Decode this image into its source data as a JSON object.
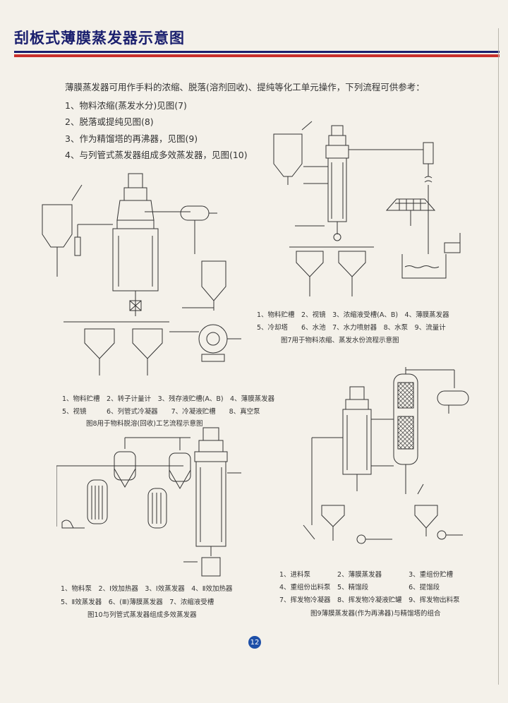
{
  "title": "刮板式薄膜蒸发器示意图",
  "intro": [
    "薄膜蒸发器可用作手料的浓缩、脱落(溶剂回收)、提纯等化工单元操作，下列流程可供参考：",
    "1、物料浓缩(蒸发水分)见图(7)",
    "2、脱落或提纯见图(8)",
    "3、作为精馏塔的再沸器，见图(9)",
    "4、与列管式蒸发器组成多效蒸发器，见图(10)"
  ],
  "fig7": {
    "legend_line1": "1、物料贮槽　2、视镜　3、浓缩液受槽(A、B)　4、薄膜蒸发器",
    "legend_line2": "5、冷却塔　　6、水池　7、水力喷射器　8、水泵　9、流量计",
    "caption": "图7用于物料浓缩、蒸发水份流程示意图"
  },
  "fig8": {
    "legend_line1": "1、物料贮槽　2、转子计量计　3、残存液贮槽(A、B)　4、薄膜蒸发器",
    "legend_line2": "5、视镜　　　6、列管式冷凝器　　7、冷凝液贮槽　　8、真空泵",
    "caption": "图8用于物料脱溶(回收)工艺流程示意图"
  },
  "fig9": {
    "legend_line1": "1、进料泵　　　　2、薄膜蒸发器　　　　3、重组份贮槽",
    "legend_line2": "4、重组份出料泵　5、精馏段　　　　　　6、提馏段",
    "legend_line3": "7、挥发物冷凝器　8、挥发物冷凝液贮罐　9、挥发物出料泵",
    "caption": "图9薄膜蒸发器(作为再沸器)与精馏塔的组合"
  },
  "fig10": {
    "legend_line1": "1、物料泵　2、Ⅰ效加热器　3、Ⅰ效蒸发器　4、Ⅱ效加热器",
    "legend_line2": "5、Ⅱ效蒸发器　6、(Ⅲ)薄膜蒸发器　7、浓缩液受槽",
    "caption": "图10与列管式蒸发器组成多效蒸发器"
  },
  "page_number": "12"
}
